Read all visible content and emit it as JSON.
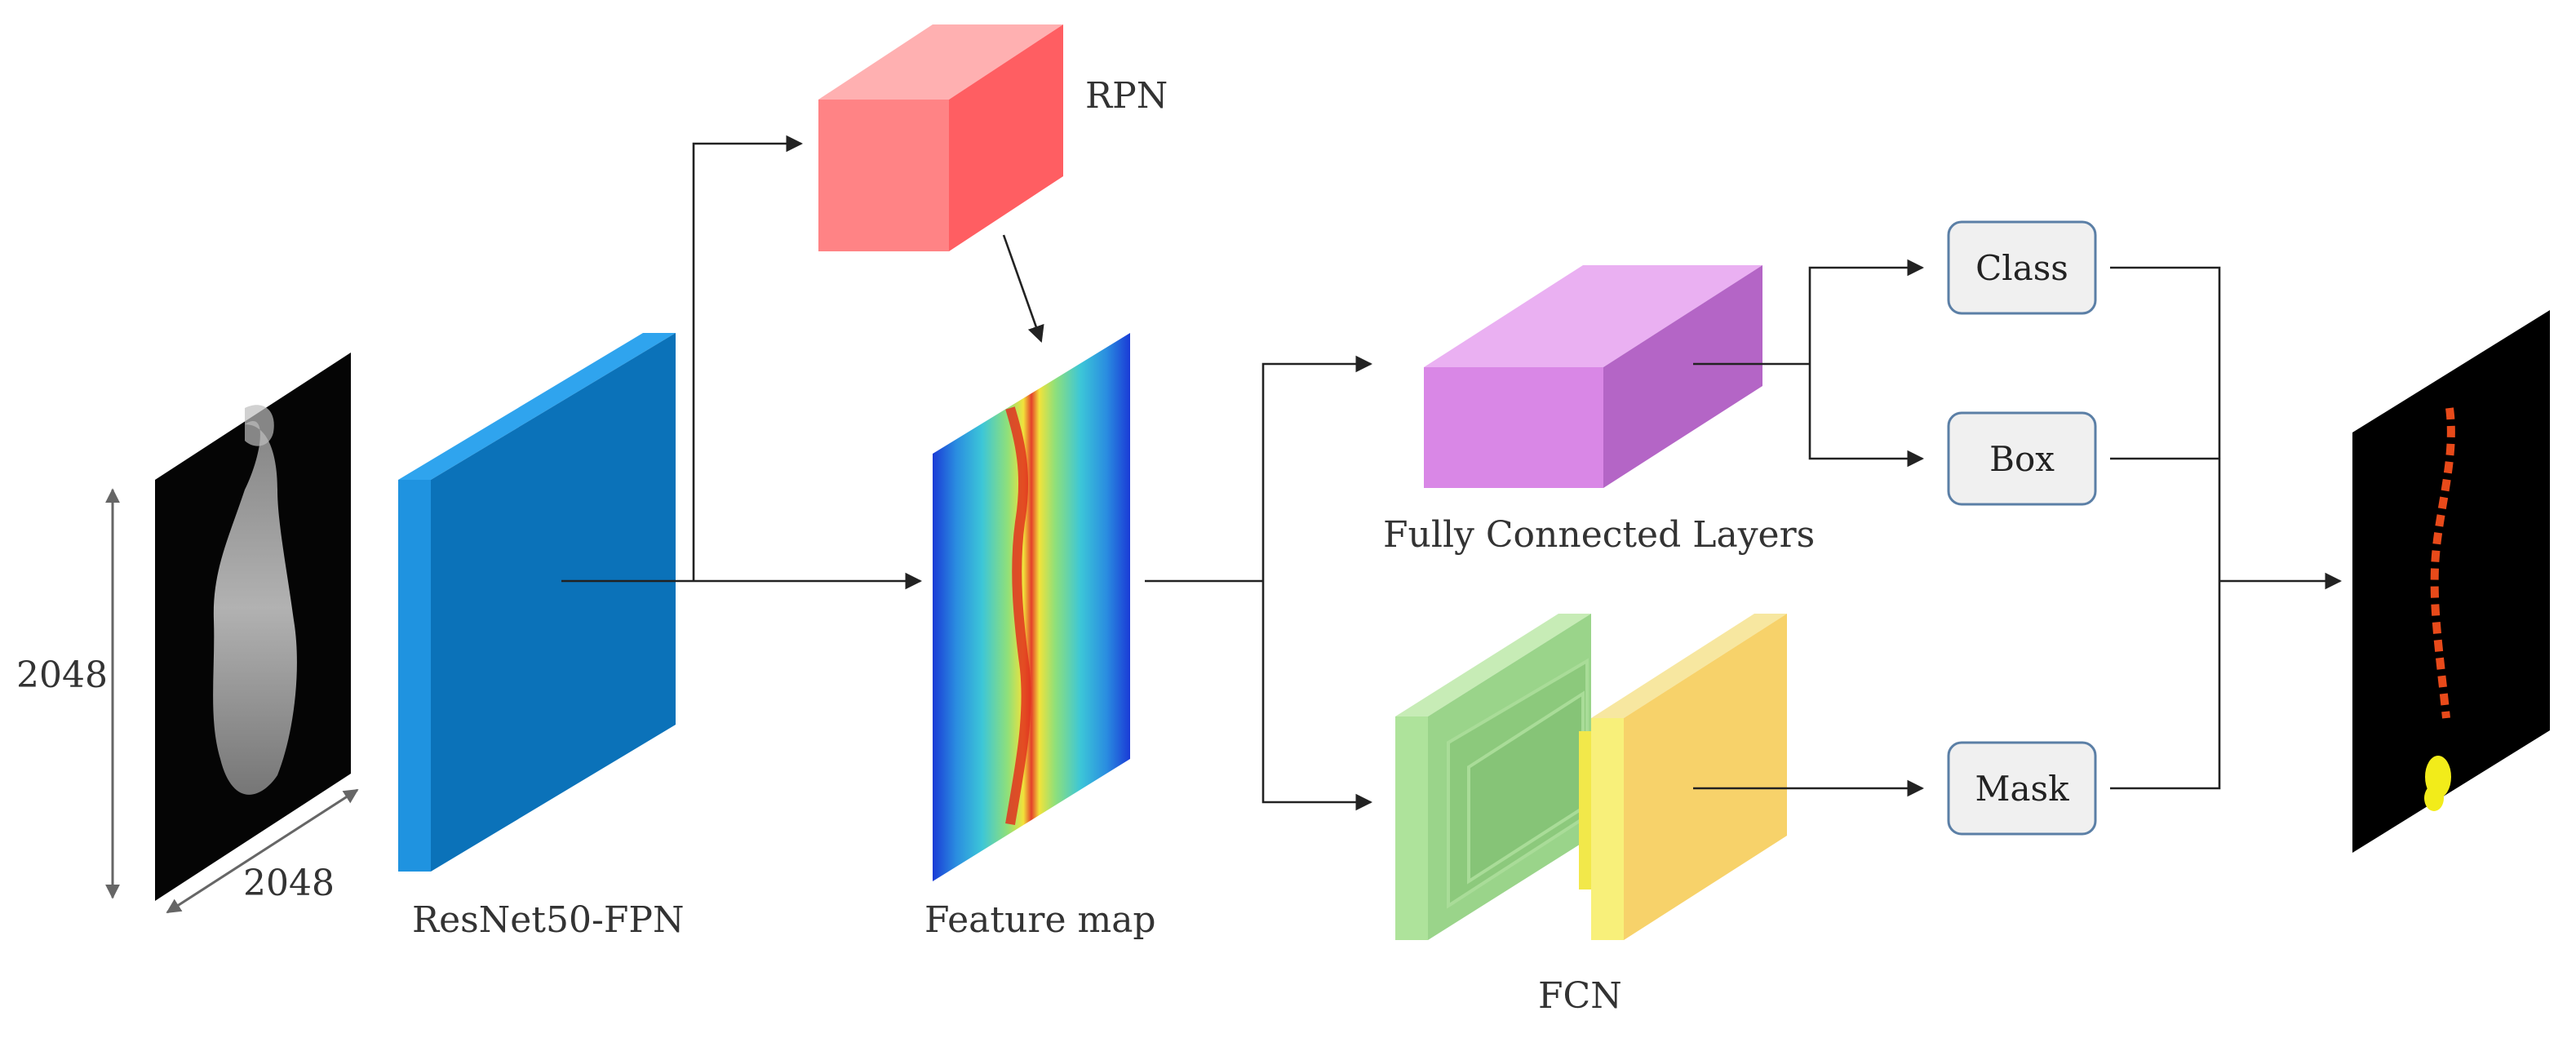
{
  "input": {
    "height_label": "2048",
    "width_label": "2048"
  },
  "blocks": {
    "backbone_label": "ResNet50-FPN",
    "rpn_label": "RPN",
    "feature_map_label": "Feature map",
    "fc_label": "Fully Connected  Layers",
    "fcn_label": "FCN"
  },
  "heads": {
    "class_label": "Class",
    "box_label": "Box",
    "mask_label": "Mask"
  },
  "colors": {
    "backbone": "#0b72b9",
    "rpn": "#ff7f80",
    "fc": "#d987e6",
    "fcn_green": "#9ad48a",
    "fcn_yellow": "#f7d26a",
    "head_box_fill": "#f0f0f0",
    "head_box_stroke": "#5b7fa6"
  }
}
